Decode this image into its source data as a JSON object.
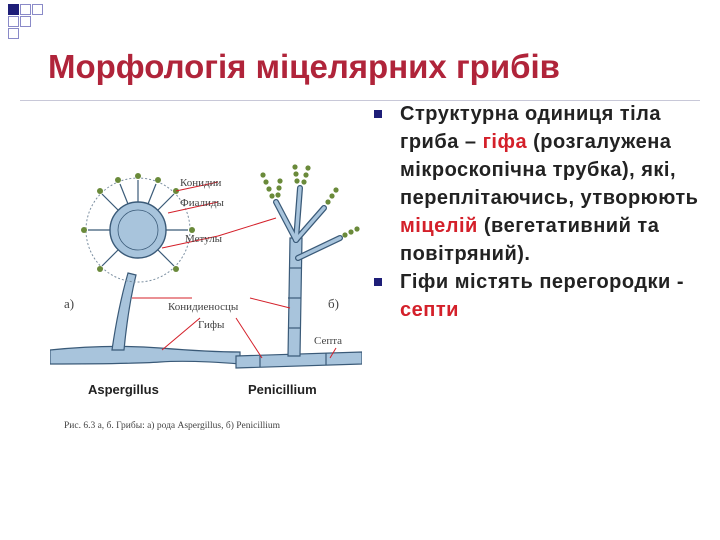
{
  "slide": {
    "title": "Морфологія міцелярних грибів",
    "bullets": [
      {
        "parts": [
          {
            "text": "Структурна одиниця тіла гриба – ",
            "highlight": false
          },
          {
            "text": "гіфа",
            "highlight": true
          },
          {
            "text": " (розгалужена мікроскопічна трубка), які, переплітаючись, утворюють ",
            "highlight": false
          },
          {
            "text": "міцелій",
            "highlight": true
          },
          {
            "text": " (вегетативний та повітряний).",
            "highlight": false
          }
        ]
      },
      {
        "parts": [
          {
            "text": "Гіфи містять перегородки - ",
            "highlight": false
          },
          {
            "text": "септи",
            "highlight": true
          }
        ]
      }
    ]
  },
  "figure": {
    "labels": {
      "konidii": "Конидии",
      "fialidy": "Фиалиды",
      "metuly": "Метулы",
      "a": "а)",
      "b": "б)",
      "konidienoscy": "Конидиеносцы",
      "gify": "Гифы",
      "septa": "Септа",
      "aspergillus": "Aspergillus",
      "penicillium": "Penicillium",
      "caption": "Рис. 6.3 а, б. Грибы: а) рода Aspergillus, б) Penicillium"
    }
  },
  "colors": {
    "title": "#b0243a",
    "highlight": "#d4202a",
    "bullet_marker": "#1e1e78",
    "hypha_fill": "#a8c4dc",
    "hypha_stroke": "#3a5a78"
  }
}
